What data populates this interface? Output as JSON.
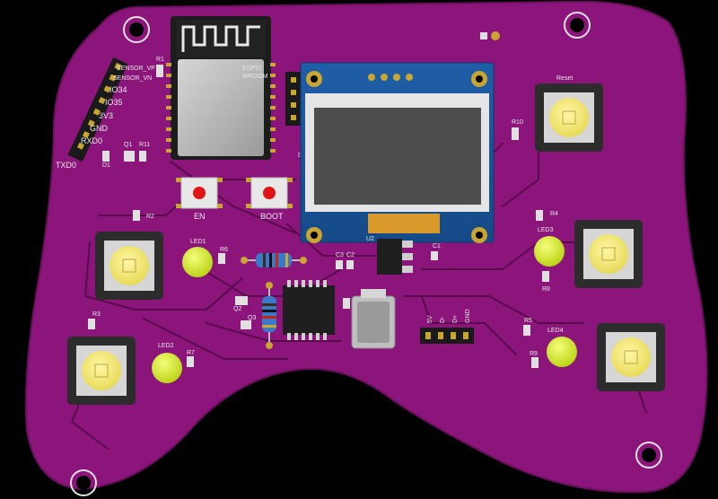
{
  "board": {
    "colors": {
      "background": "#000000",
      "pcb": "#8b157a",
      "silk": "#e8e8e8",
      "led": "#d8f21a",
      "button_cap": "#f2e96b",
      "button_red": "#e01515"
    },
    "header_pins": [
      "SENSOR_VP",
      "SENSOR_VN",
      "IO34",
      "IO35",
      "3V3",
      "GND",
      "RXD0",
      "TXD0"
    ],
    "buttons": {
      "en_label": "EN",
      "boot_label": "BOOT",
      "reset_label": "Reset"
    },
    "leds": [
      "LED1",
      "LED2",
      "LED3",
      "LED4"
    ],
    "refs": {
      "r1": "R1",
      "r2": "R2",
      "r3": "R3",
      "r4": "R4",
      "r5": "R5",
      "r6": "R6",
      "r7": "R7",
      "r8": "R8",
      "r9": "R9",
      "r10": "R10",
      "r11": "R11",
      "q1": "Q1",
      "q2": "Q2",
      "q3": "Q3",
      "d1": "D1",
      "u2": "U2",
      "c1": "C1",
      "c2": "C2",
      "c3": "C3",
      "d": "D"
    },
    "power_header": [
      "5V",
      "D-",
      "D+",
      "GND"
    ],
    "module_marking": [
      "ESP32",
      "WROOM"
    ]
  }
}
